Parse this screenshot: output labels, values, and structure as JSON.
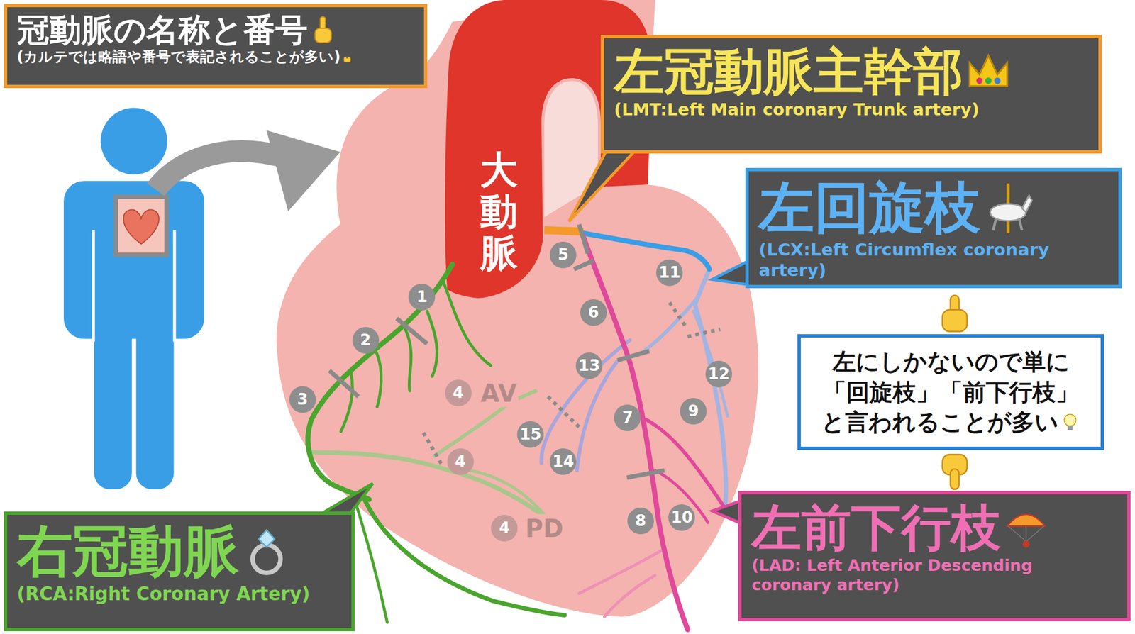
{
  "diagram": {
    "nodes": [
      {
        "text": [
          "冠動脈の名称と番号",
          "(カルテでは略語や番号で表記されることが多い)"
        ]
      },
      {
        "text": [
          "左冠動脈主幹部",
          "(LMT:Left Main coronary Trunk artery)"
        ]
      },
      {
        "text": [
          "左回旋枝",
          "(LCX:Left Circumflex coronary artery)"
        ]
      },
      {
        "text": [
          "左にしかないので単に「回旋枝」「前下行枝」と言われることが多い"
        ]
      },
      {
        "text": [
          "左前下行枝",
          "(LAD: Left Anterior Descending coronary artery)"
        ]
      },
      {
        "text": [
          "右冠動脈",
          "(RCA:Right Coronary Artery)"
        ]
      }
    ],
    "labels": [
      "大動脈",
      "1",
      "2",
      "3",
      "4",
      "AV",
      "4",
      "4",
      "PD",
      "5",
      "6",
      "7",
      "8",
      "9",
      "10",
      "11",
      "12",
      "13",
      "14",
      "15"
    ]
  }
}
